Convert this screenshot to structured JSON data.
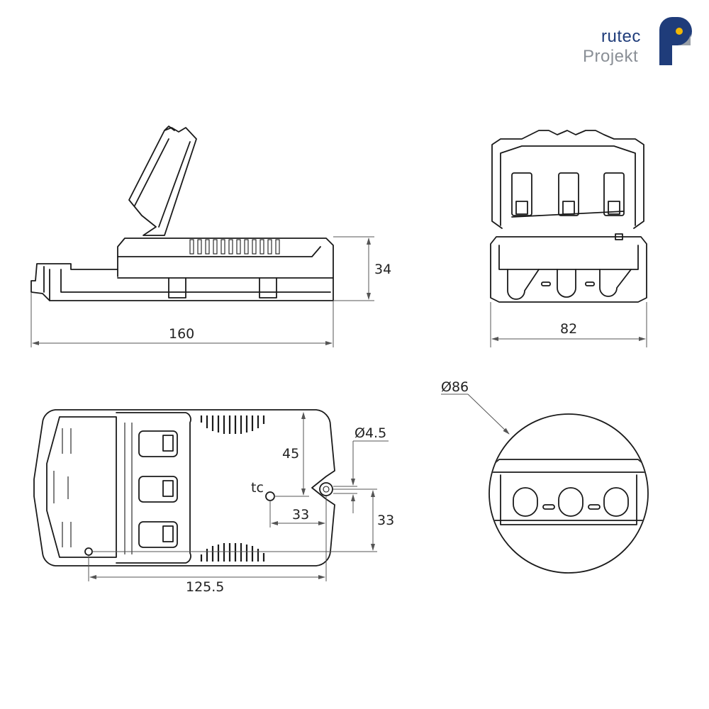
{
  "logo": {
    "line1": "rutec",
    "line2": "Projekt",
    "colors": {
      "blue": "#1f3c7a",
      "grey": "#8a8f96",
      "yellow": "#f2b705"
    }
  },
  "dimensions": {
    "side_height": "34",
    "side_length": "160",
    "end_width": "82",
    "top_offset_45": "45",
    "tc_label": "tc",
    "tc_horizontal": "33",
    "tc_vertical": "33",
    "hole_diameter": "Ø4.5",
    "mount_length": "125.5",
    "detail_diameter": "Ø86"
  }
}
